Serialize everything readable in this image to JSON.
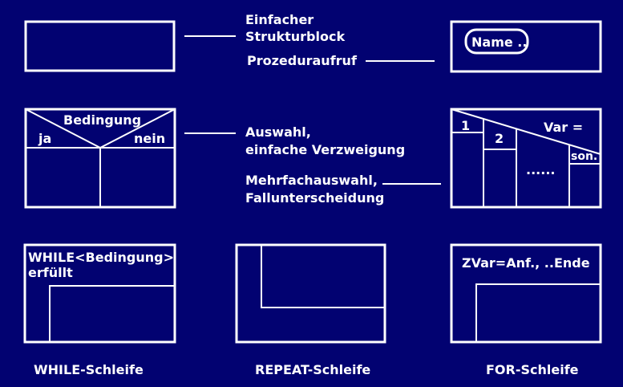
{
  "colors": {
    "background": "#020271",
    "foreground": "#ffffff"
  },
  "labels": {
    "structure_block_line1": "Einfacher",
    "structure_block_line2": "Strukturblock",
    "procedure_call": "Prozeduraufruf",
    "selection_line1": "Auswahl,",
    "selection_line2": "einfache Verzweigung",
    "multi_selection_line1": "Mehrfachauswahl,",
    "multi_selection_line2": "Fallunterscheidung",
    "while_loop": "WHILE-Schleife",
    "repeat_loop": "REPEAT-Schleife",
    "for_loop": "FOR-Schleife"
  },
  "symbols": {
    "procedure_name": "Name ..",
    "condition": "Bedingung",
    "yes": "ja",
    "no": "nein",
    "case_var": "Var =",
    "case_1": "1",
    "case_2": "2",
    "case_dots": "......",
    "case_else": "son.",
    "while_header_line1": "WHILE<Bedingung>",
    "while_header_line2": "erfüllt",
    "for_header": "ZVar=Anf., ..Ende"
  }
}
